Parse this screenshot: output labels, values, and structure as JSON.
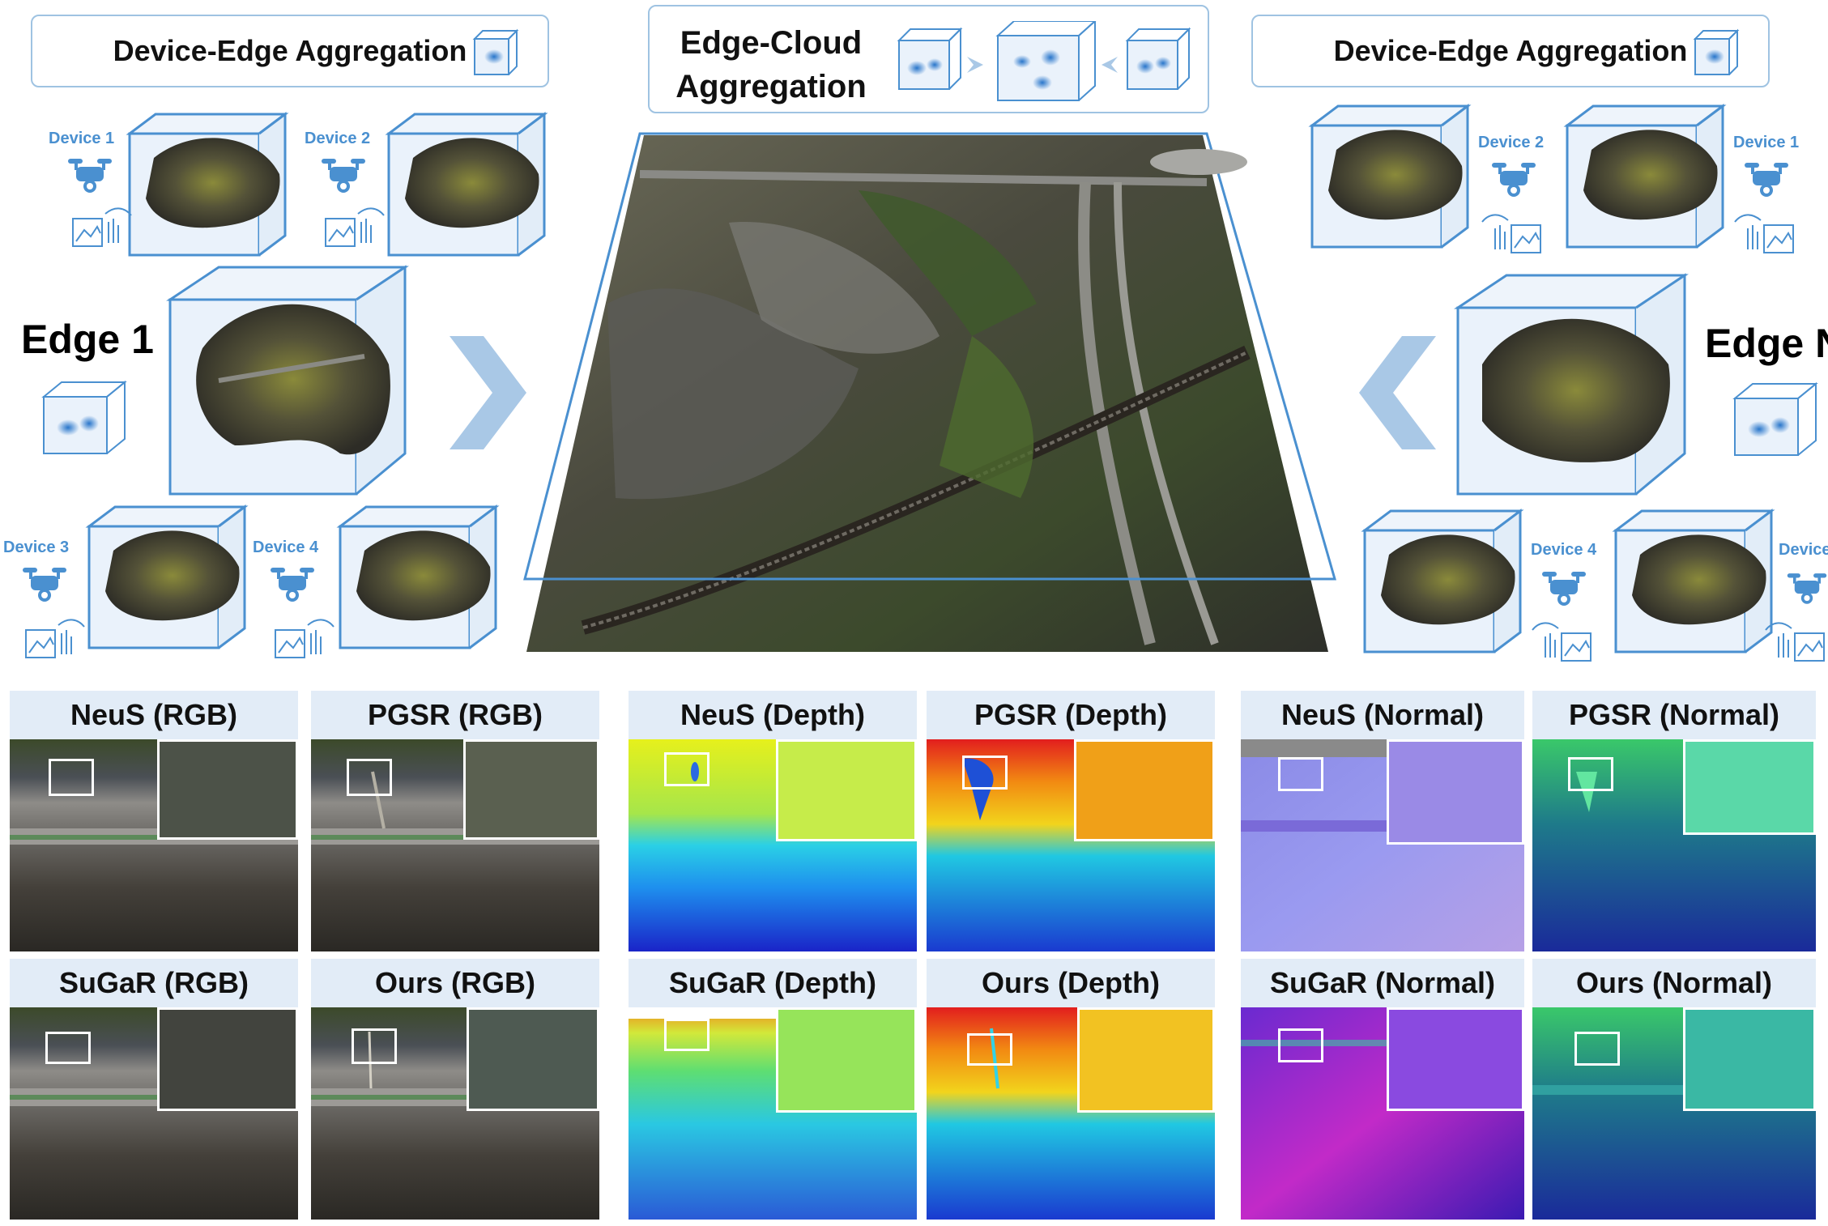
{
  "top": {
    "left_header": "Device-Edge Aggregation",
    "center_header_line1": "Edge-Cloud",
    "center_header_line2": "Aggregation",
    "right_header": "Device-Edge Aggregation",
    "left_edge_label": "Edge 1",
    "right_edge_label": "Edge N",
    "left_devices": [
      "Device 1",
      "Device 2",
      "Device 3",
      "Device 4"
    ],
    "right_devices": [
      "Device 2",
      "Device 1",
      "Device 4",
      "Device"
    ]
  },
  "panels": {
    "rgb": [
      "NeuS (RGB)",
      "PGSR (RGB)",
      "SuGaR (RGB)",
      "Ours (RGB)"
    ],
    "depth": [
      "NeuS (Depth)",
      "PGSR (Depth)",
      "SuGaR (Depth)",
      "Ours (Depth)"
    ],
    "normal": [
      "NeuS (Normal)",
      "PGSR (Normal)",
      "SuGaR (Normal)",
      "Ours (Normal)"
    ]
  },
  "colors": {
    "accent_blue": "#4a90d0",
    "box_border": "#9fc3e2",
    "panel_title_bg": "#e2ecf7",
    "arrow": "#a9c8e6"
  },
  "icons": [
    "gaussian-cube-icon",
    "drone-icon",
    "image-sync-icon",
    "chevron-right-icon",
    "chevron-left-icon"
  ]
}
